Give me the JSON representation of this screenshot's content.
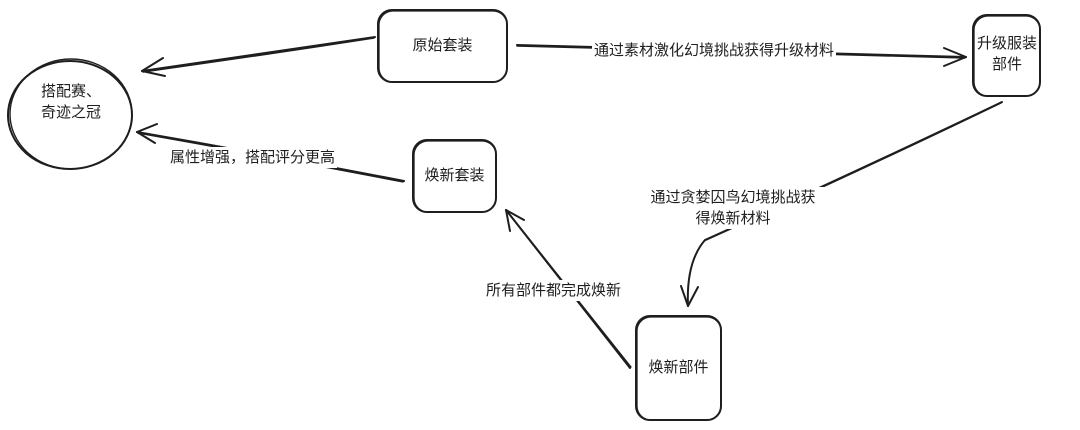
{
  "nodes": {
    "start": {
      "label": "搭配赛、\n奇迹之冠"
    },
    "original_suit": {
      "label": "原始套装"
    },
    "upgrade_parts": {
      "label": "升级服装\n部件"
    },
    "renewed_suit": {
      "label": "焕新套装"
    },
    "renewed_parts": {
      "label": "焕新部件"
    }
  },
  "edges": {
    "original_to_upgrade": {
      "label": "通过素材激化幻境挑战获得升级材料"
    },
    "upgrade_to_renewed_parts": {
      "label": "通过贪婪囚鸟幻境挑战获\n得焕新材料"
    },
    "renewed_parts_to_suit": {
      "label": "所有部件都完成焕新"
    },
    "renewed_suit_to_start": {
      "label": "属性增强，搭配评分更高"
    }
  },
  "colors": {
    "stroke": "#1e1e1e",
    "background": "#ffffff"
  }
}
